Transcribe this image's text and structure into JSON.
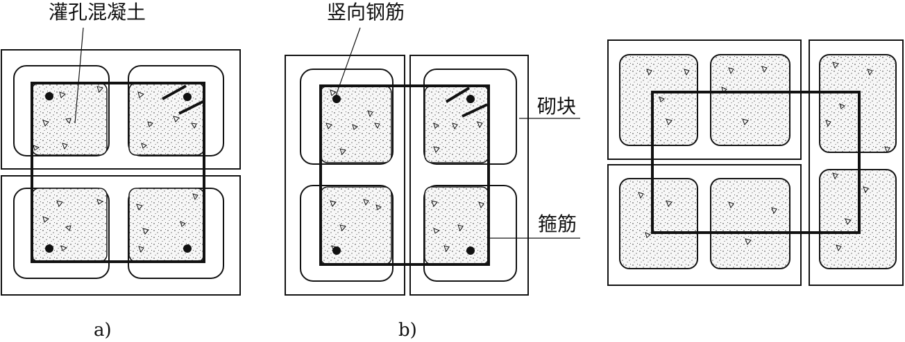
{
  "labels": {
    "grout_concrete": "灌孔混凝土",
    "vertical_rebar": "竖向钢筋",
    "block": "砌块",
    "stirrup": "箍筋",
    "caption_a": "a)",
    "caption_b": "b)"
  },
  "colors": {
    "line": "#111111",
    "fill": "#f5f5f5",
    "background": "#ffffff"
  }
}
